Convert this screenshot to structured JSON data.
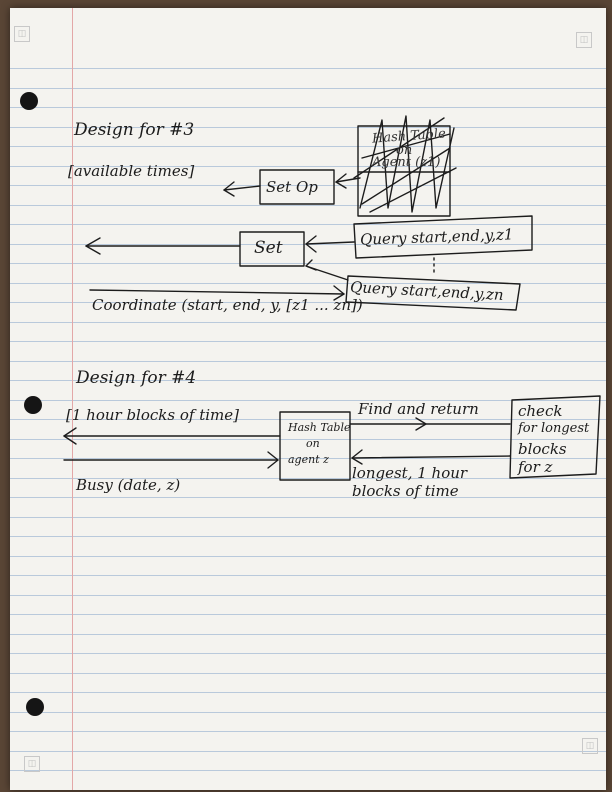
{
  "design3": {
    "title": "Design for #3",
    "output_label": "[available times]",
    "set_op_label": "Set Op",
    "hash_table_label": [
      "Hash Table",
      "on",
      "Agent (z1)"
    ],
    "set_label": "Set",
    "query1_label": "Query start,end,y,z1",
    "query2_label": "Query start,end,y,zn",
    "coordinate_label": "Coordinate (start, end, y, [z1 ... zn])"
  },
  "design4": {
    "title": "Design for #4",
    "output_label": "[1 hour blocks of time]",
    "hash_table_label": [
      "Hash Table",
      "on",
      "agent z"
    ],
    "find_return_label": "Find and return",
    "check_label": [
      "check",
      "for longest",
      "blocks",
      "for z"
    ],
    "longest_label": [
      "longest, 1 hour",
      "blocks of time"
    ],
    "busy_label": "Busy (date, z)"
  }
}
